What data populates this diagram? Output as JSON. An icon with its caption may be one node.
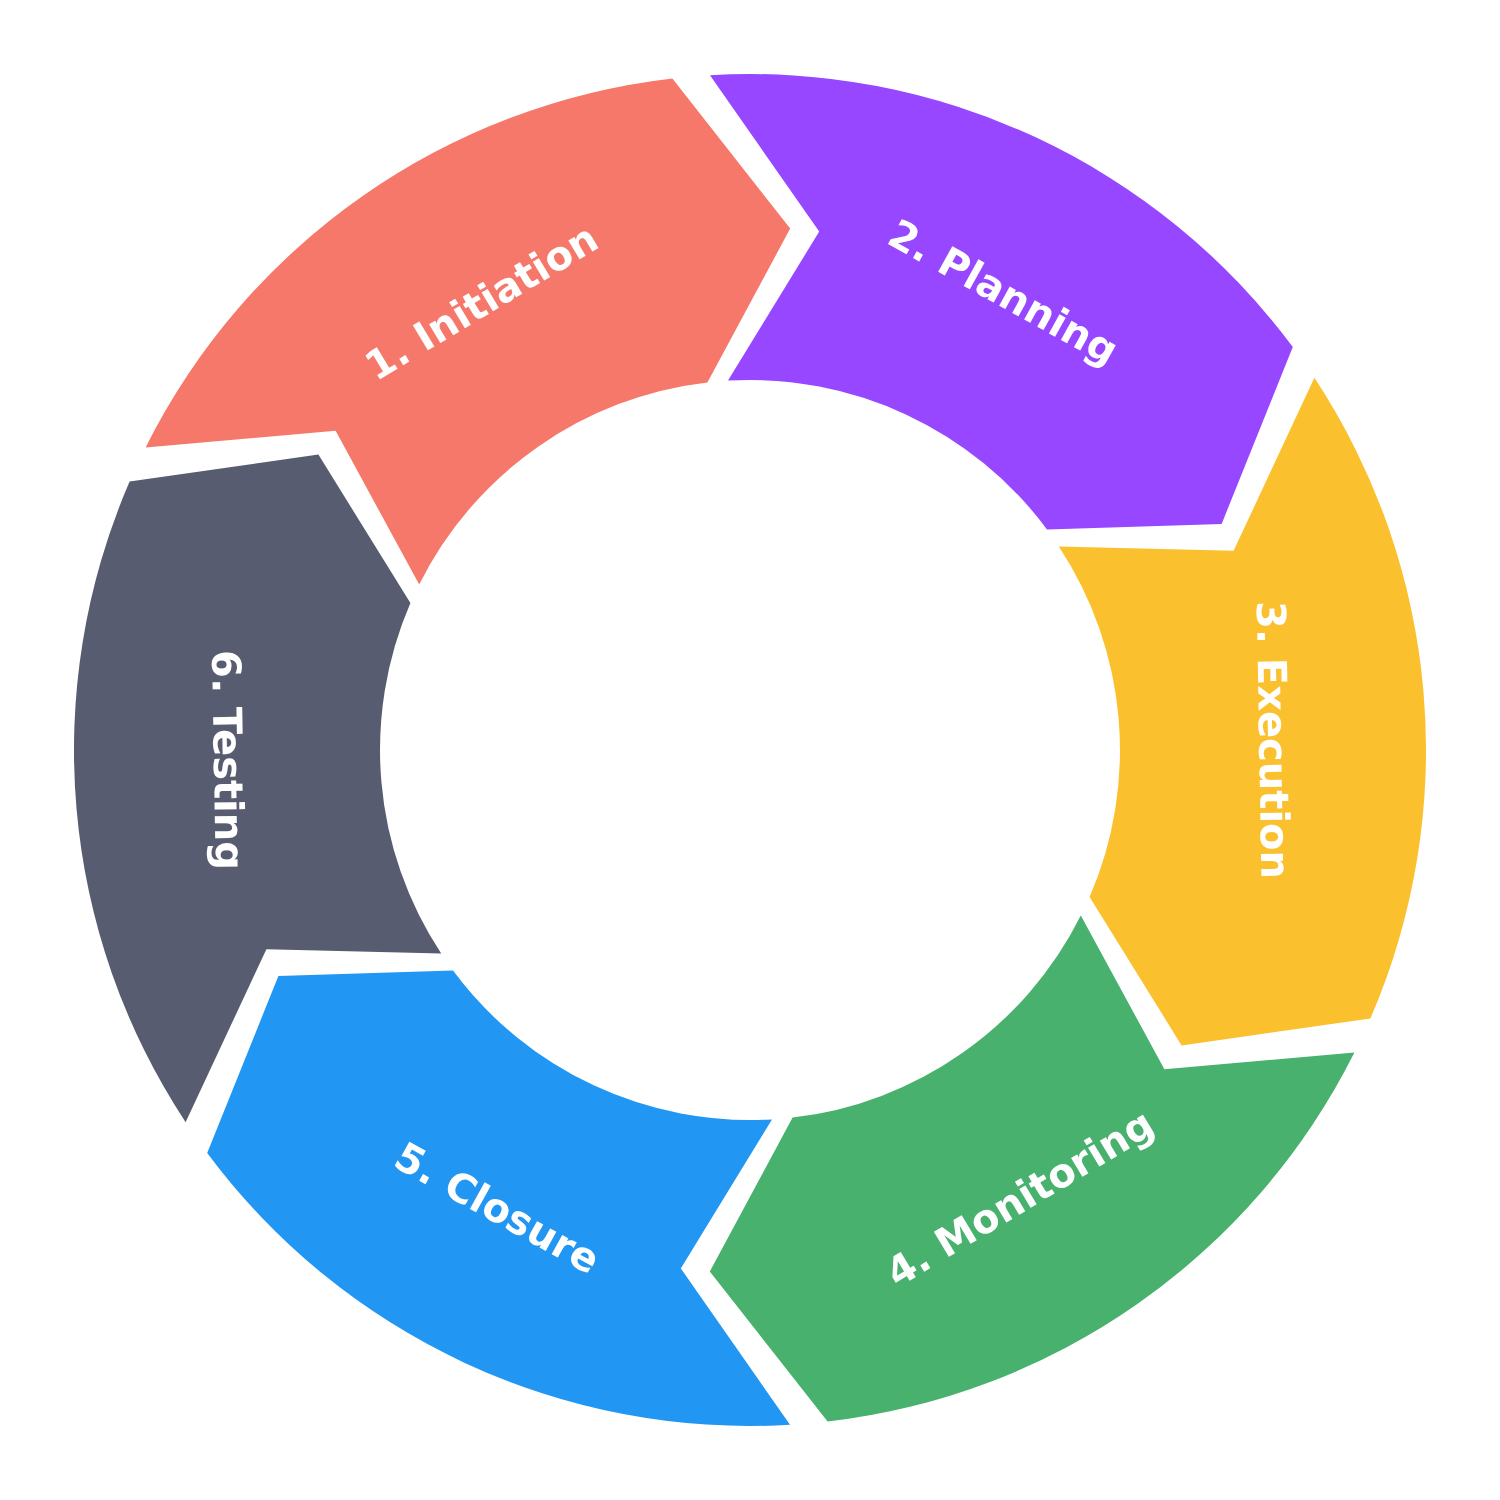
{
  "diagram": {
    "nodes": [
      {
        "text": [
          "1. Initiation"
        ]
      },
      {
        "text": [
          "2. Planning"
        ]
      },
      {
        "text": [
          "3. Execution"
        ]
      },
      {
        "text": [
          "4. Monitoring"
        ]
      },
      {
        "text": [
          "5. Closure"
        ]
      },
      {
        "text": [
          "6. Testing"
        ]
      }
    ]
  }
}
